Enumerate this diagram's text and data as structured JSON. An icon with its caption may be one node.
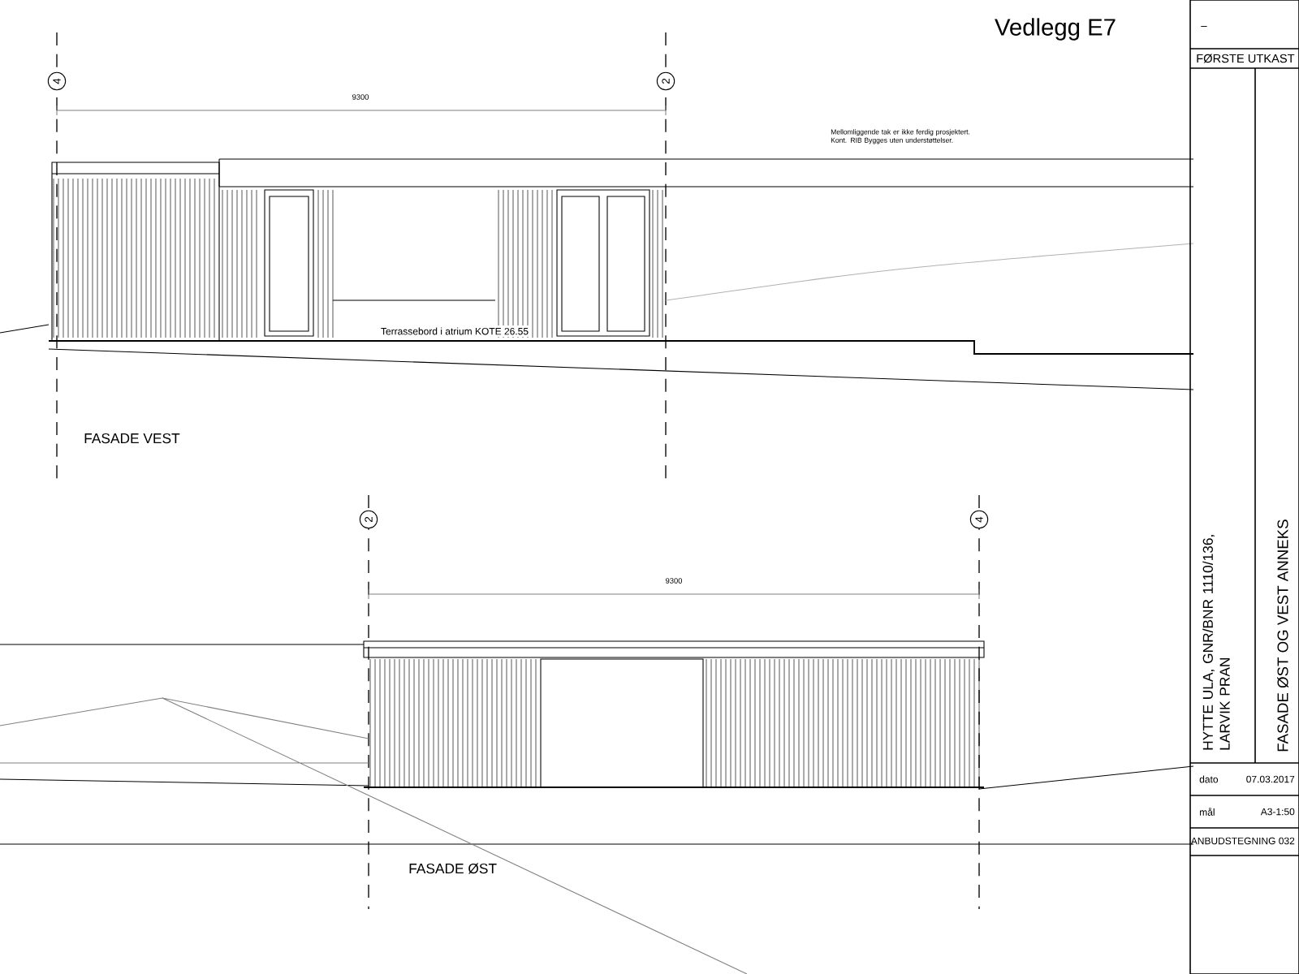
{
  "diagram": {
    "labels": [
      "Vedlegg E7",
      "–",
      "FØRSTE UTKAST",
      "4",
      "2",
      "9300",
      "Mellomliggende tak er ikke ferdig prosjektert. Kont. RIB Bygges uten understøttelser.",
      "Terrassebord i atrium KOTE 26.55",
      "FASADE VEST",
      "2",
      "4",
      "9300",
      "HYTTE ULA, GNR/BNR 1110/136, LARVIK PRAN",
      "FASADE ØST OG VEST ANNEKS",
      "dato",
      "07.03.2017",
      "mål",
      "A3-1:50",
      "ANBUDSTEGNING 032",
      "FASADE ØST"
    ]
  }
}
